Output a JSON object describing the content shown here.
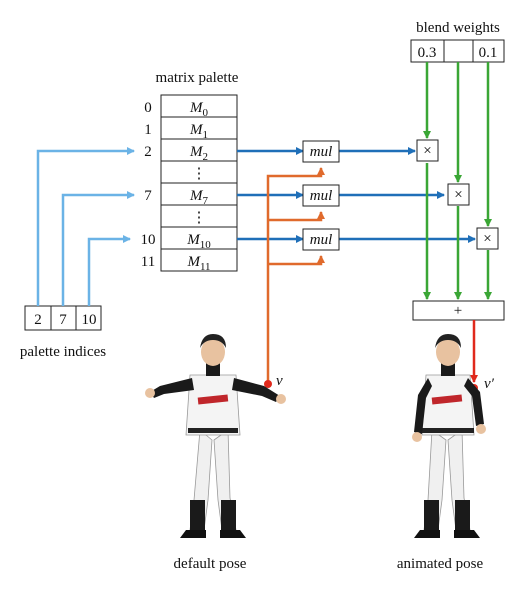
{
  "labels": {
    "blend_weights": "blend weights",
    "matrix_palette": "matrix palette",
    "palette_indices": "palette indices",
    "default_pose": "default pose",
    "animated_pose": "animated pose",
    "v": "v",
    "v_prime": "v′"
  },
  "blend_weights": [
    "0.3",
    "",
    "0.1"
  ],
  "palette_indices": [
    "2",
    "7",
    "10"
  ],
  "palette_rows": [
    {
      "index": "0",
      "base": "M",
      "sub": "0"
    },
    {
      "index": "1",
      "base": "M",
      "sub": "1"
    },
    {
      "index": "2",
      "base": "M",
      "sub": "2"
    },
    {
      "index": "",
      "base": "⋮",
      "sub": ""
    },
    {
      "index": "7",
      "base": "M",
      "sub": "7"
    },
    {
      "index": "",
      "base": "⋮",
      "sub": ""
    },
    {
      "index": "10",
      "base": "M",
      "sub": "10"
    },
    {
      "index": "11",
      "base": "M",
      "sub": "11"
    }
  ],
  "mul_label": "mul",
  "times_symbol": "×",
  "plus_symbol": "+",
  "colors": {
    "light_blue": "#6bb3e6",
    "blue": "#1f6fb8",
    "orange": "#e06a2c",
    "green": "#3aa635",
    "red": "#e0291c"
  }
}
